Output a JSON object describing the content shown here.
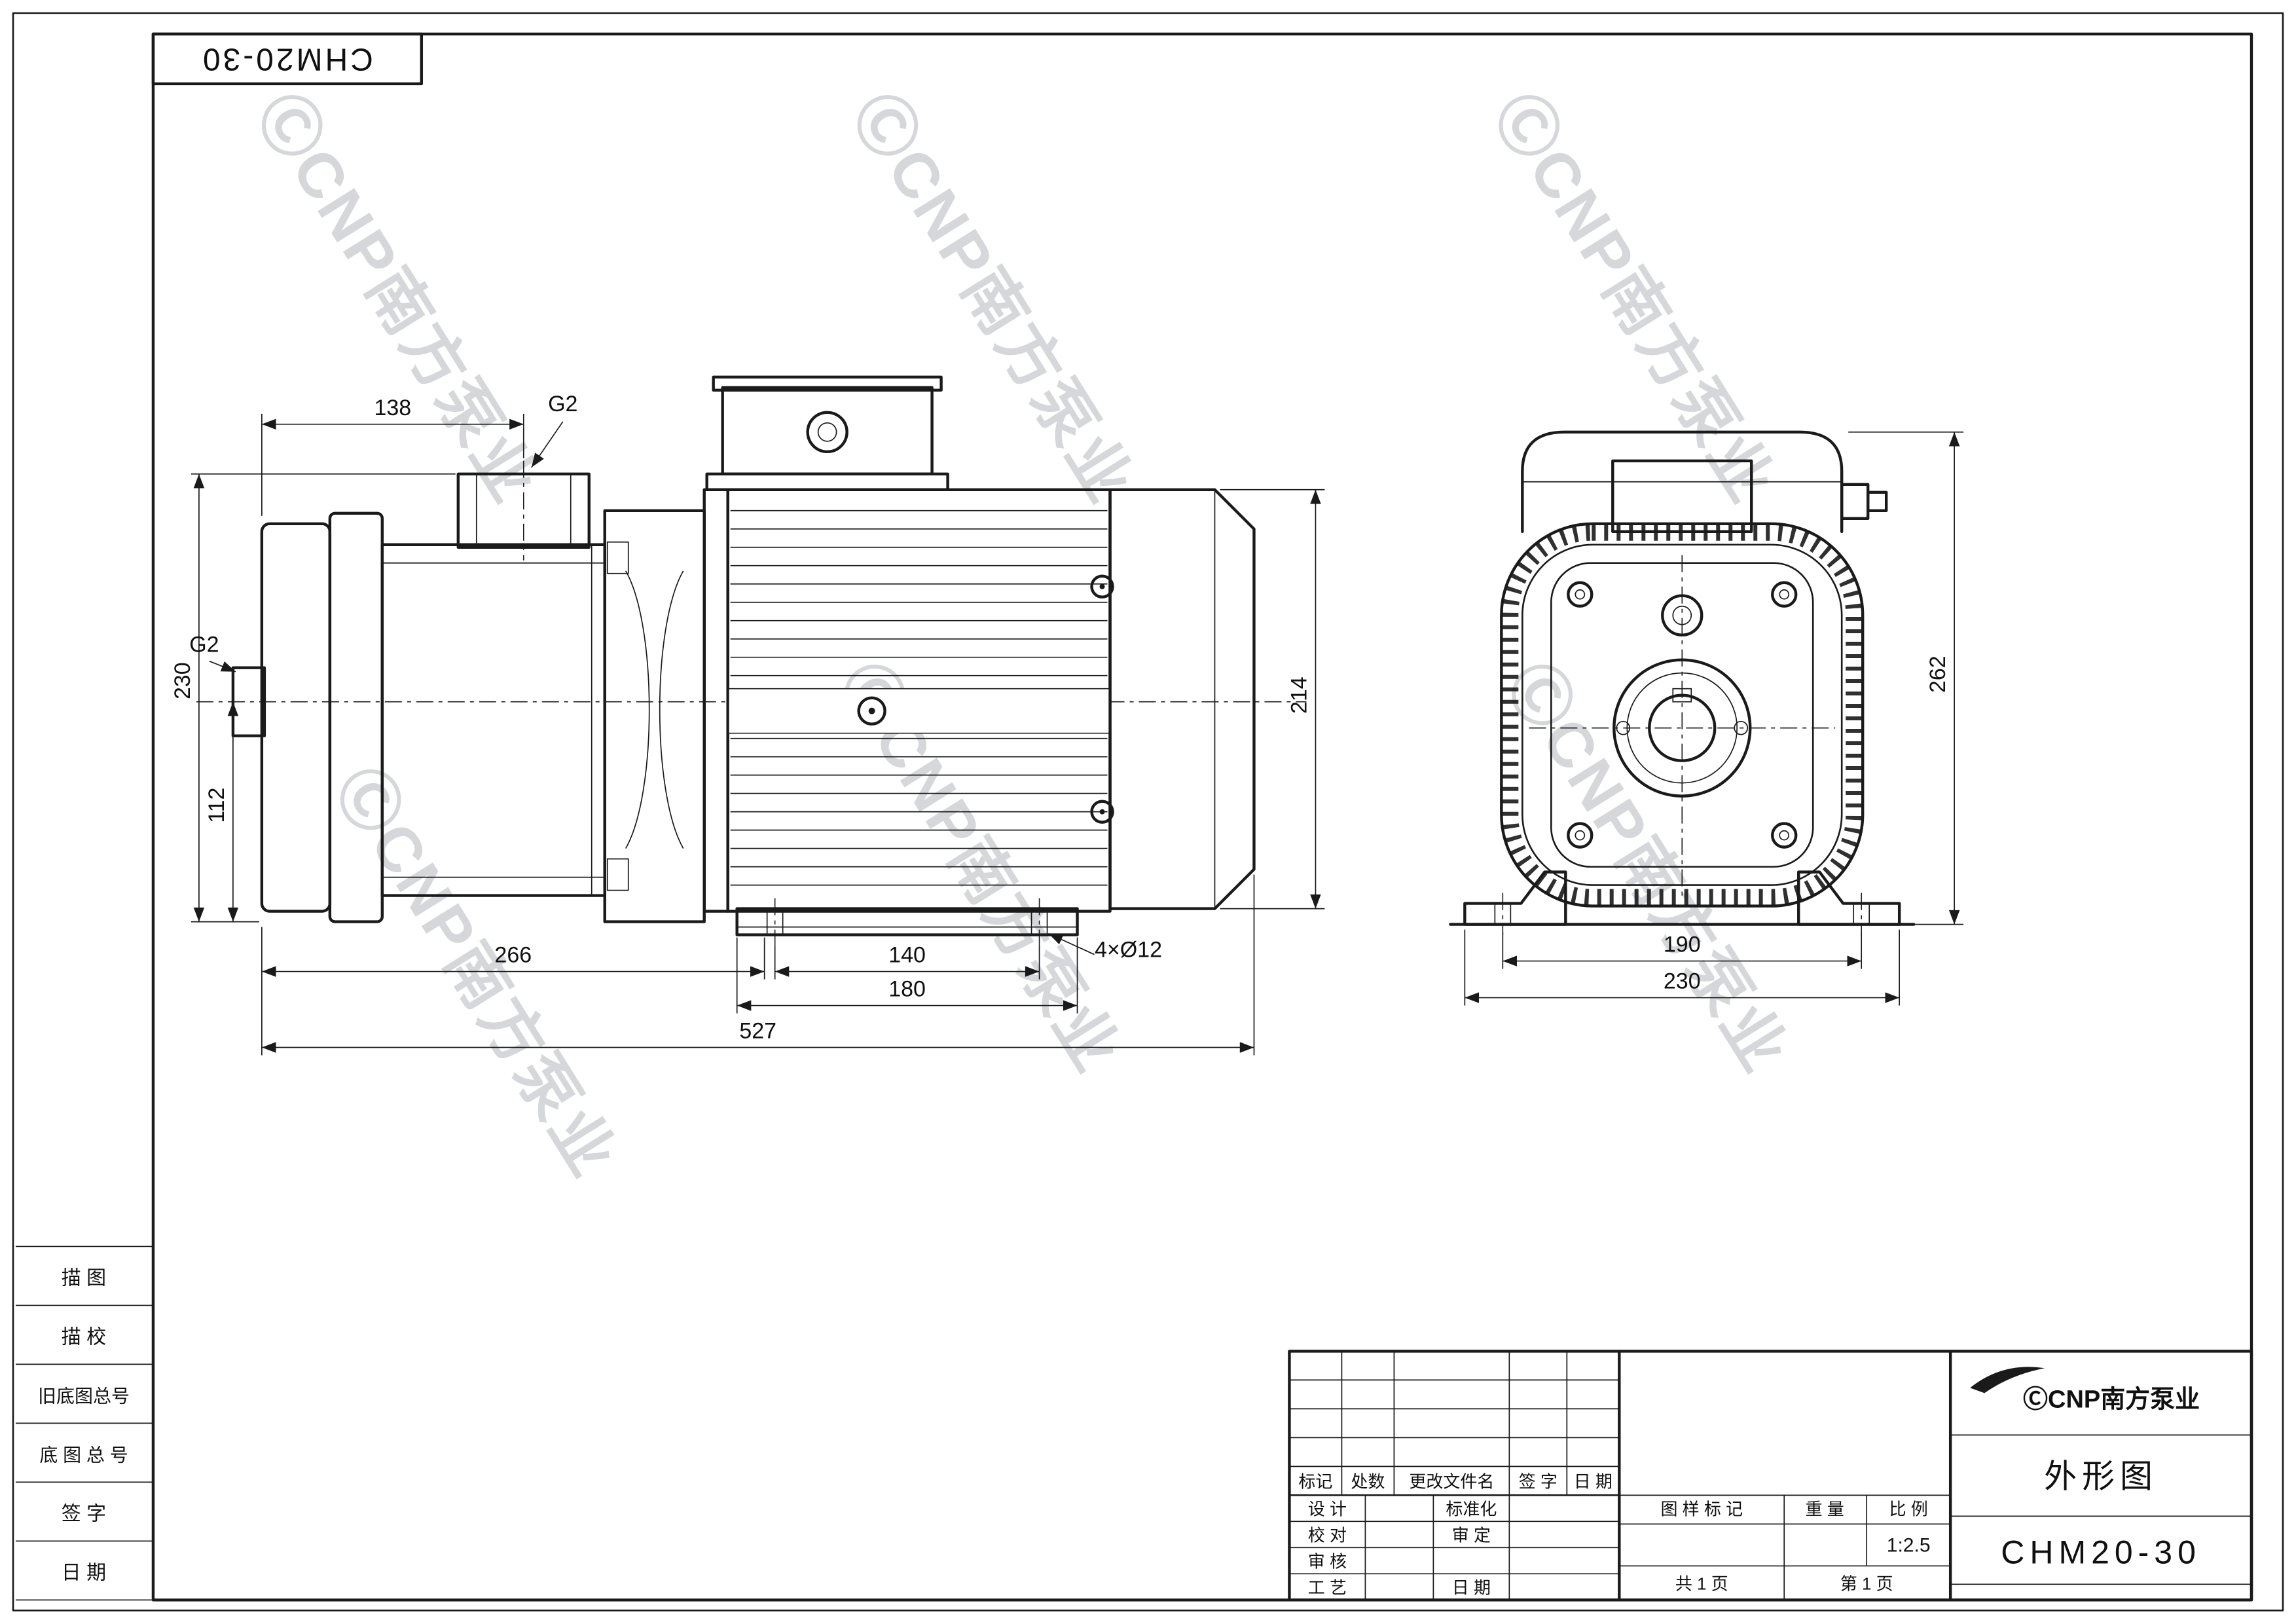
{
  "model_box": {
    "text": "CHM20-30"
  },
  "watermark": {
    "text": "ⒸCNP南方泵业",
    "color": "#7e858f"
  },
  "side_view": {
    "dims": {
      "port_offset": "138",
      "port_thread": "G2",
      "inlet_thread": "G2",
      "pump_height": "230",
      "inlet_height": "112",
      "pump_length": "266",
      "foot_hole_span": "140",
      "foot_length": "180",
      "overall_length": "527",
      "mount_holes": "4×Ø12",
      "motor_height": "214"
    }
  },
  "front_view": {
    "dims": {
      "overall_height": "262",
      "foot_hole_span": "190",
      "foot_width": "230"
    }
  },
  "sidebar": {
    "rows": [
      "描  图",
      "描  校",
      "旧底图总号",
      "底 图 总 号",
      "签  字",
      "日  期"
    ]
  },
  "title_block": {
    "rev_cols": [
      "标记",
      "处数",
      "更改文件名",
      "签  字",
      "日  期"
    ],
    "roles": {
      "design": "设  计",
      "check": "校  对",
      "review": "审  核",
      "process": "工  艺",
      "standard": "标准化",
      "approve": "审  定",
      "date": "日  期"
    },
    "stamp": {
      "mark": "图  样  标  记",
      "weight": "重  量",
      "scale_label": "比  例",
      "scale_value": "1:2.5",
      "sheets": "共 1 页",
      "sheet_no": "第 1 页"
    },
    "logo": "ⒸCNP南方泵业",
    "title": "外形图",
    "model": "CHM20-30"
  }
}
